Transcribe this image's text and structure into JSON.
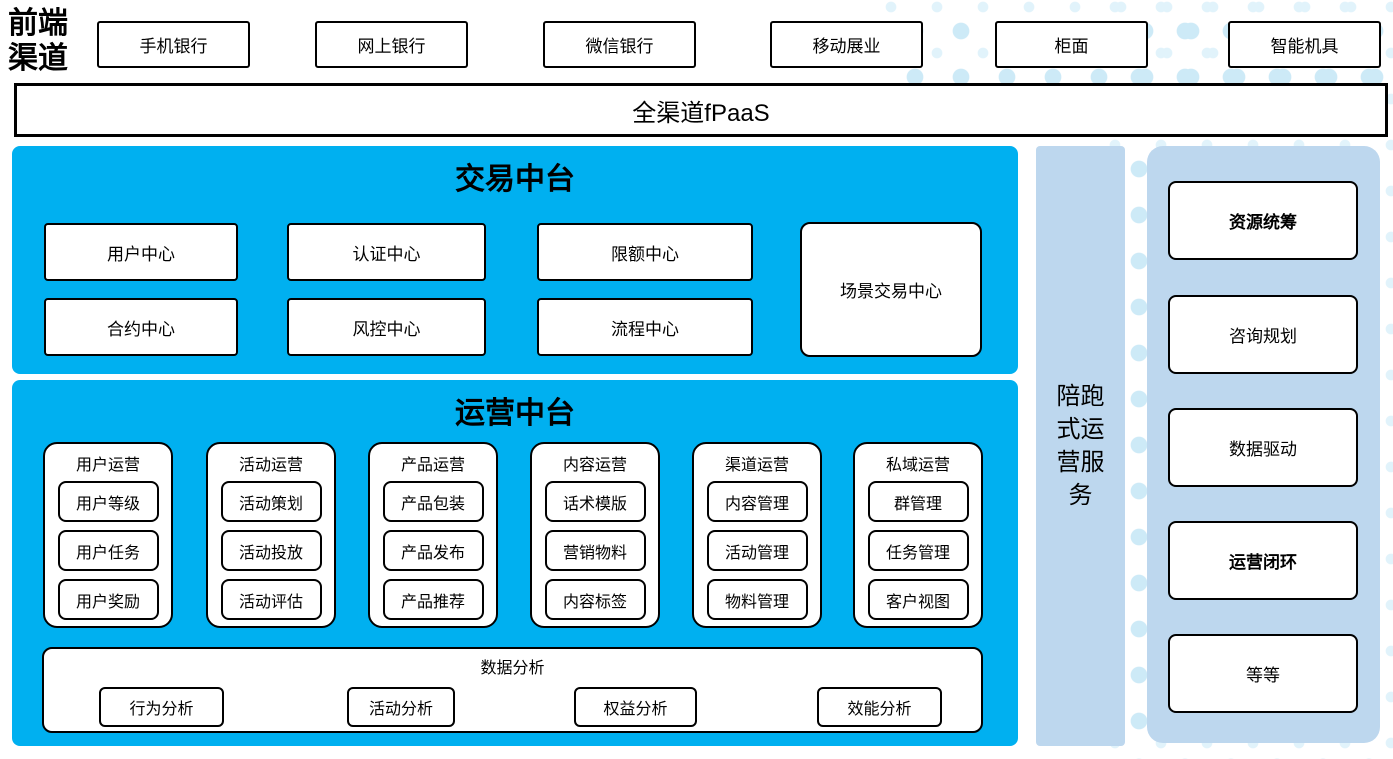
{
  "colors": {
    "primary_blue": "#00b0f0",
    "light_blue": "#bdd7ee",
    "dot_blue": "#cdeaf7",
    "box_border": "#000000"
  },
  "frontend": {
    "label": "前端渠道",
    "channels": [
      "手机银行",
      "网上银行",
      "微信银行",
      "移动展业",
      "柜面",
      "智能机具"
    ]
  },
  "fpaas": {
    "label": "全渠道fPaaS"
  },
  "transaction": {
    "title": "交易中台",
    "centers_row1": [
      "用户中心",
      "认证中心",
      "限额中心"
    ],
    "centers_row2": [
      "合约中心",
      "风控中心",
      "流程中心"
    ],
    "scenario_center": "场景交易中心"
  },
  "operations": {
    "title": "运营中台",
    "columns": [
      {
        "title": "用户运营",
        "items": [
          "用户等级",
          "用户任务",
          "用户奖励"
        ]
      },
      {
        "title": "活动运营",
        "items": [
          "活动策划",
          "活动投放",
          "活动评估"
        ]
      },
      {
        "title": "产品运营",
        "items": [
          "产品包装",
          "产品发布",
          "产品推荐"
        ]
      },
      {
        "title": "内容运营",
        "items": [
          "话术模版",
          "营销物料",
          "内容标签"
        ]
      },
      {
        "title": "渠道运营",
        "items": [
          "内容管理",
          "活动管理",
          "物料管理"
        ]
      },
      {
        "title": "私域运营",
        "items": [
          "群管理",
          "任务管理",
          "客户视图"
        ]
      }
    ],
    "analysis": {
      "title": "数据分析",
      "items": [
        "行为分析",
        "活动分析",
        "权益分析",
        "效能分析"
      ]
    }
  },
  "side_service": {
    "label": "陪跑式运营服务"
  },
  "right_panel": {
    "items": [
      {
        "label": "资源统筹",
        "bold": true
      },
      {
        "label": "咨询规划",
        "bold": false
      },
      {
        "label": "数据驱动",
        "bold": false
      },
      {
        "label": "运营闭环",
        "bold": true
      },
      {
        "label": "等等",
        "bold": false
      }
    ]
  }
}
